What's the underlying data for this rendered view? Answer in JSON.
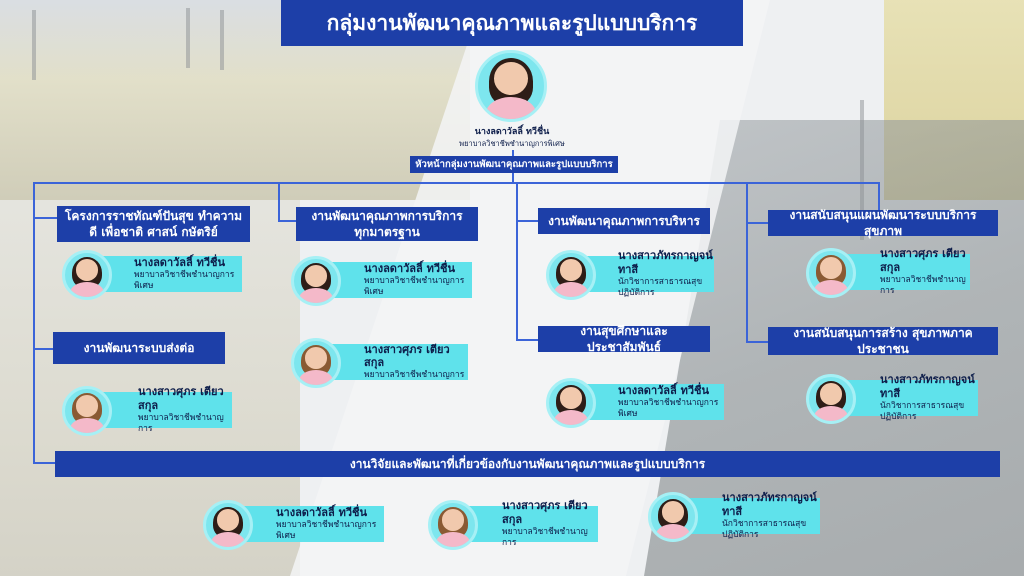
{
  "title": "กลุ่มงานพัฒนาคุณภาพและรูปแบบบริการ",
  "top": {
    "name": "นางลดาวัลลิ์  ทวีชื่น",
    "position": "พยาบาลวิชาชีพชำนาญการพิเศษ",
    "role": "หัวหน้ากลุ่มงานพัฒนาคุณภาพและรูปแบบบริการ",
    "avatar": "woman-portrait-icon"
  },
  "sections": {
    "royal": "โครงการราชทัณฑ์ปันสุข ทำความ ดี เพื่อชาติ ศาสน์ กษัตริย์",
    "quality_service": "งานพัฒนาคุณภาพการบริการ ทุกมาตรฐาน",
    "quality_admin": "งานพัฒนาคุณภาพการบริหาร",
    "health_plan": "งานสนับสนุนแผนพัฒนาระบบบริการสุขภาพ",
    "referral": "งานพัฒนาระบบส่งต่อ",
    "health_edu": "งานสุขศึกษาและประชาสัมพันธ์",
    "community": "งานสนับสนุนการสร้าง สุขภาพภาคประชาชน",
    "research": "งานวิจัยและพัฒนาที่เกี่ยวข้องกับงานพัฒนาคุณภาพและรูปแบบบริการ"
  },
  "people": {
    "ladawan": {
      "name": "นางลดาวัลลิ์  ทวีชื่น",
      "position": "พยาบาลวิชาชีพชำนาญการพิเศษ"
    },
    "saowasuk": {
      "name": "นางสาวศุภร เตียวสกุล",
      "position": "พยาบาลวิชาชีพชำนาญการ"
    },
    "kanyarat": {
      "name": "นางสาวภัทรกาญจน์ ทาสี",
      "position": "นักวิชาการสาธารณสุขปฏิบัติการ"
    }
  },
  "colors": {
    "header": "#1d3fa8",
    "card": "#5fe2eb",
    "line": "#3b64d8"
  }
}
